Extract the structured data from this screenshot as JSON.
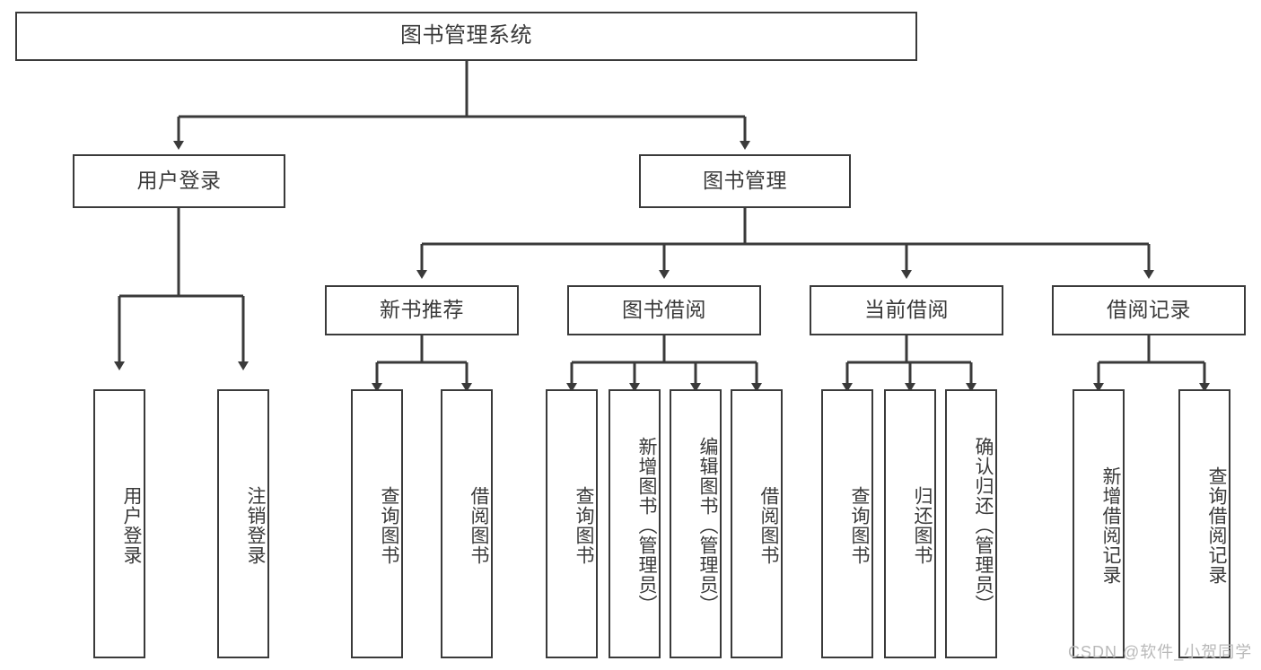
{
  "diagram": {
    "title": "图书管理系统",
    "type": "hierarchy-tree",
    "colors": {
      "stroke": "#3a3a3a",
      "fill": "#ffffff",
      "text": "#3a3a3a",
      "watermark": "#b9b9b9"
    },
    "root": {
      "id": "root",
      "label": "图书管理系统"
    },
    "level2": [
      {
        "id": "user-login",
        "label": "用户登录"
      },
      {
        "id": "book-manage",
        "label": "图书管理"
      }
    ],
    "level3": [
      {
        "id": "new-book-rec",
        "label": "新书推荐"
      },
      {
        "id": "book-borrow",
        "label": "图书借阅"
      },
      {
        "id": "current-borrow",
        "label": "当前借阅"
      },
      {
        "id": "borrow-record",
        "label": "借阅记录"
      }
    ],
    "leaves": {
      "user_login": [
        {
          "id": "leaf-user-login",
          "label": "用户登录"
        },
        {
          "id": "leaf-logout-login",
          "label": "注销登录"
        }
      ],
      "new_book_rec": [
        {
          "id": "leaf-query-book-1",
          "label": "查询图书"
        },
        {
          "id": "leaf-borrow-book-1",
          "label": "借阅图书"
        }
      ],
      "book_borrow": [
        {
          "id": "leaf-query-book-2",
          "label": "查询图书"
        },
        {
          "id": "leaf-add-book",
          "label": "新增图书（管理员）"
        },
        {
          "id": "leaf-edit-book",
          "label": "编辑图书（管理员）"
        },
        {
          "id": "leaf-borrow-book-2",
          "label": "借阅图书"
        }
      ],
      "current_borrow": [
        {
          "id": "leaf-query-book-3",
          "label": "查询图书"
        },
        {
          "id": "leaf-return-book",
          "label": "归还图书"
        },
        {
          "id": "leaf-confirm-return",
          "label": "确认归还（管理员）"
        }
      ],
      "borrow_record": [
        {
          "id": "leaf-add-record",
          "label": "新增借阅记录"
        },
        {
          "id": "leaf-query-record",
          "label": "查询借阅记录"
        }
      ]
    }
  },
  "watermark": {
    "text": "CSDN @软件_小贺同学"
  }
}
